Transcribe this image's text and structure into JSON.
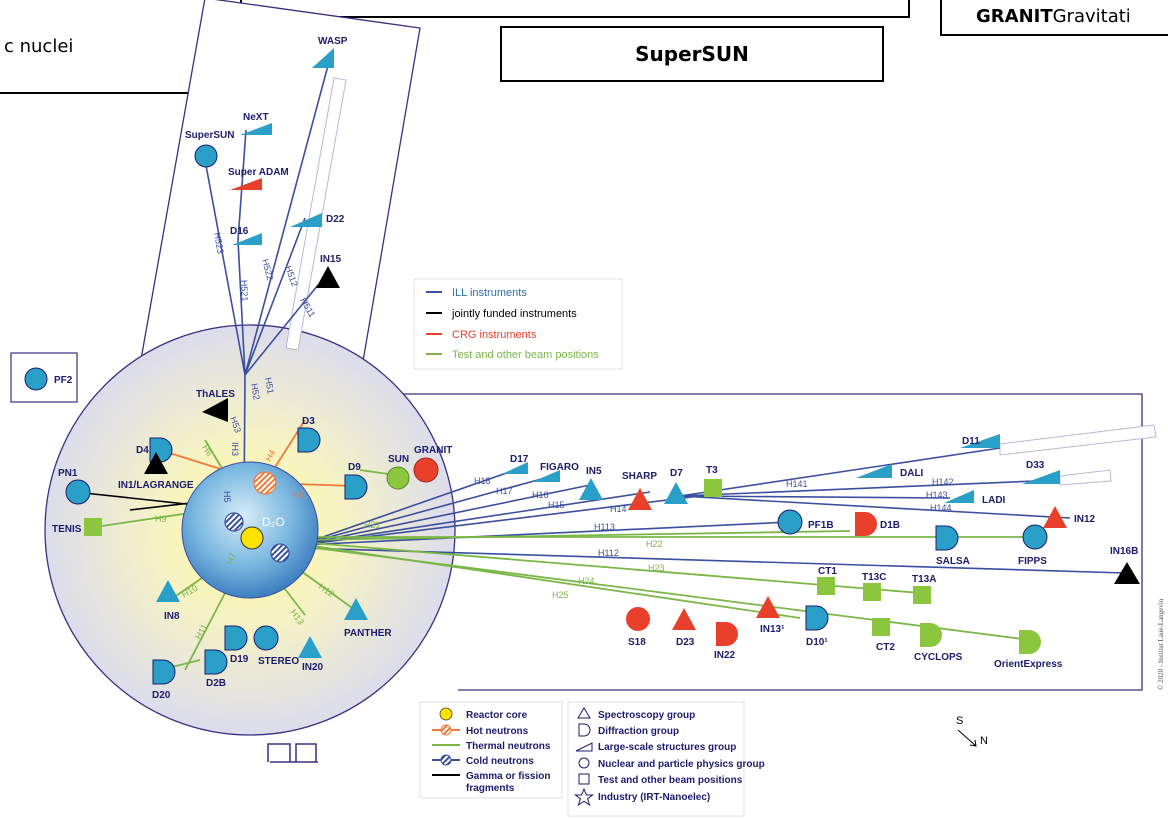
{
  "overlays": {
    "nuclei_box_text": "c nuclei",
    "supersun_box_text": "SuperSUN",
    "granit_box_bold": "GRANIT",
    "granit_box_text": " Gravitati"
  },
  "colors": {
    "ill": "#3a4fa0",
    "jointly": "#000000",
    "crg": "#e8402a",
    "test": "#7ab648",
    "spectro_fill": "#2aa0c8",
    "hot": "#f07a3a",
    "core": "#ffe100"
  },
  "instruments": {
    "wasp": "WASP",
    "next": "NeXT",
    "supersun": "SuperSUN",
    "superadam": "Super ADAM",
    "d16": "D16",
    "d22": "D22",
    "in15": "IN15",
    "pf2": "PF2",
    "thales": "ThALES",
    "d4": "D4",
    "in1": "IN1/LAGRANGE",
    "d3": "D3",
    "d9": "D9",
    "sun": "SUN",
    "granit": "GRANIT",
    "pn1": "PN1",
    "tenis": "TENIS",
    "in8": "IN8",
    "panther": "PANTHER",
    "d19": "D19",
    "stereo": "STEREO",
    "in20": "IN20",
    "d20": "D20",
    "d2b": "D2B",
    "d17": "D17",
    "figaro": "FIGARO",
    "in5": "IN5",
    "sharp": "SHARP",
    "d7": "D7",
    "t3": "T3",
    "d11": "D11",
    "dali": "DALI",
    "d33": "D33",
    "ladi": "LADI",
    "in12": "IN12",
    "pf1b": "PF1B",
    "d1b": "D1B",
    "salsa": "SALSA",
    "fipps": "FIPPS",
    "in16b": "IN16B",
    "ct1": "CT1",
    "t13c": "T13C",
    "t13a": "T13A",
    "s18": "S18",
    "d23": "D23",
    "in22": "IN22",
    "in13": "IN13¹",
    "d10": "D10¹",
    "ct2": "CT2",
    "cyclops": "CYCLOPS",
    "orientexpress": "OrientExpress",
    "d2o": "D₂O"
  },
  "beams": {
    "h523": "H523",
    "h521": "H521",
    "h522": "H522",
    "h512": "H512",
    "h511": "H511",
    "h53": "H53",
    "h52": "H52",
    "h51": "H51",
    "ih3": "IH3",
    "h5": "H5",
    "h6": "H6",
    "h4": "H4",
    "h3": "H3",
    "h9": "H9",
    "h7": "H7",
    "h10": "H10",
    "h11": "H11",
    "h13": "H13",
    "h12": "H12",
    "h18": "H18",
    "h17": "H17",
    "h16": "H16",
    "h15": "H15",
    "h14": "H14",
    "h141": "H141",
    "h142": "H142",
    "h143": "H143",
    "h144": "H144",
    "h113": "H113",
    "h112": "H112",
    "h21": "H21",
    "h22": "H22",
    "h23": "H23",
    "h24": "H24",
    "h25": "H25"
  },
  "legend_lines": {
    "ill": "ILL instruments",
    "jointly": "jointly funded instruments",
    "crg": "CRG instruments",
    "test": "Test and other beam positions"
  },
  "legend_symbols": {
    "core": "Reactor core",
    "hot": "Hot neutrons",
    "thermal": "Thermal neutrons",
    "cold": "Cold neutrons",
    "gamma1": "Gamma or fission",
    "gamma2": "fragments"
  },
  "legend_groups": {
    "spectro": "Spectroscopy group",
    "diffraction": "Diffraction group",
    "large": "Large-scale structures group",
    "nuclear": "Nuclear and particle physics group",
    "test": "Test and other beam positions",
    "industry": "Industry (IRT-Nanoelec)"
  },
  "compass": {
    "s": "S",
    "n": "N"
  },
  "copyright": "© 2020 - Institut Laue-Langevin"
}
